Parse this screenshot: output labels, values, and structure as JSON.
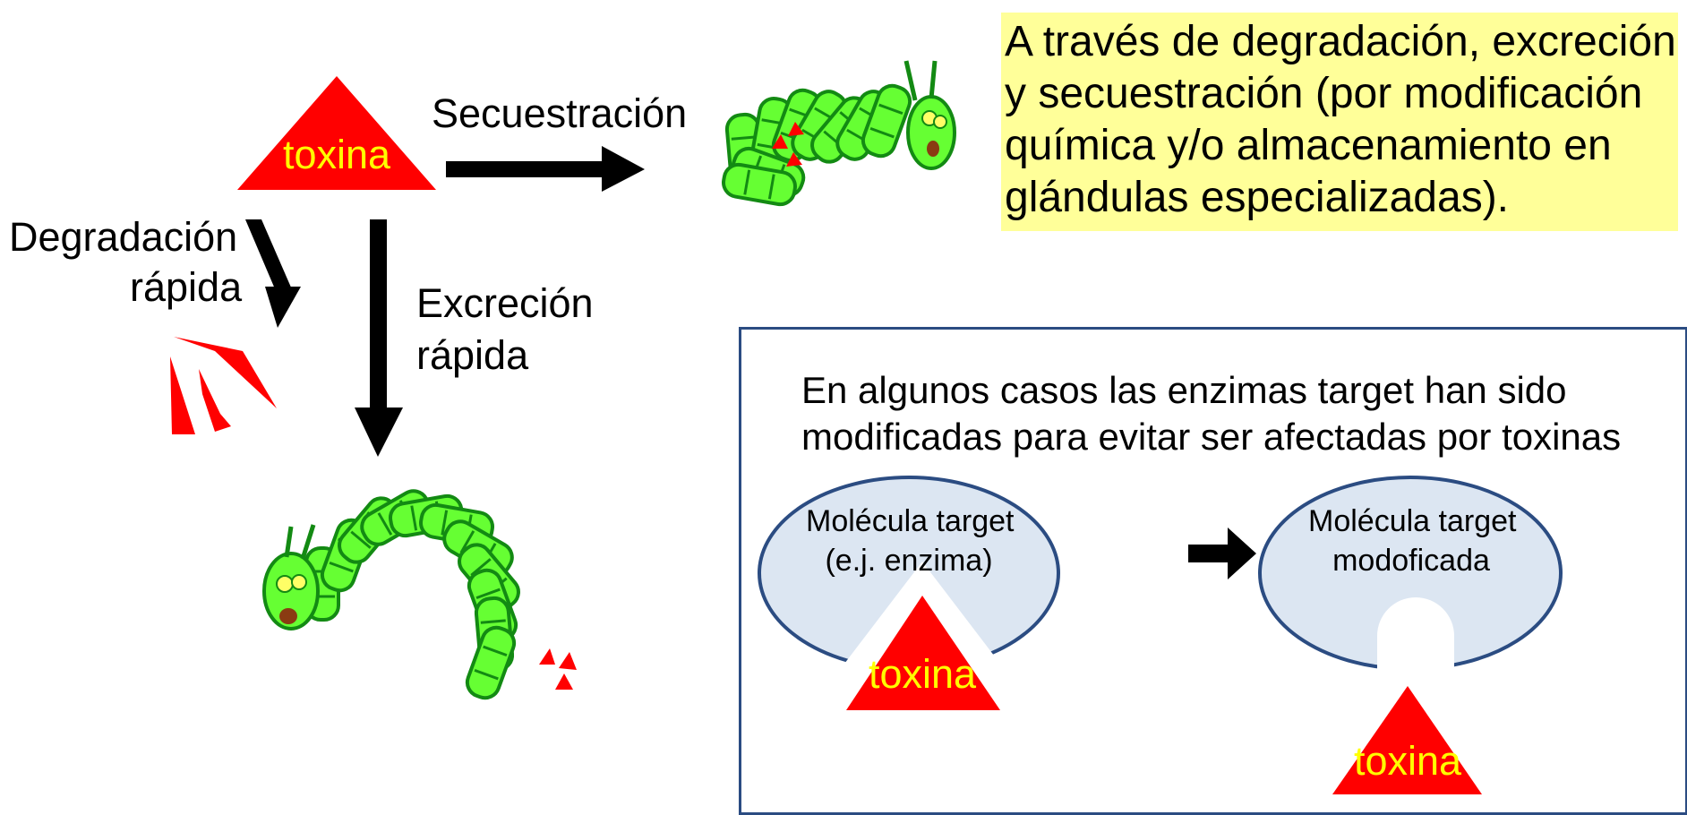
{
  "toxin_label": "toxina",
  "arrows": {
    "sequestration": "Secuestración",
    "degradation_line1": "Degradación",
    "degradation_line2": "rápida",
    "excretion_line1": "Excreción",
    "excretion_line2": "rápida"
  },
  "callout": {
    "lines": [
      "A través de degradación, excreción",
      "y secuestración (por modificación",
      "química y/o almacenamiento en",
      "glándulas especializadas)."
    ]
  },
  "panel": {
    "lines": [
      "En algunos casos las enzimas target han sido",
      "modificadas para evitar ser afectadas por toxinas"
    ],
    "left_oval": {
      "line1": "Molécula target",
      "line2": "(e.j. enzima)"
    },
    "right_oval": {
      "line1": "Molécula target",
      "line2": "modoficada"
    }
  },
  "colors": {
    "toxin": "#ff0000",
    "toxin_text": "#ffff00",
    "callout_bg": "#ffff99",
    "panel_border": "#2b4c82",
    "oval_fill": "#dce6f2",
    "caterpillar": "#66ff33",
    "caterpillar_outline": "#138a13"
  }
}
